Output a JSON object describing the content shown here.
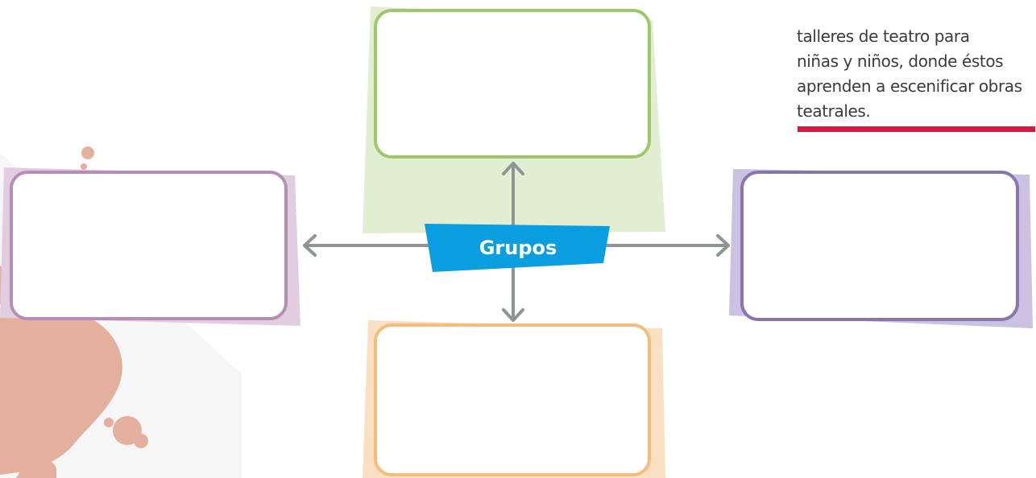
{
  "text_fragment": {
    "lines": [
      "talleres de teatro para",
      "niñas y niños, donde éstos",
      "aprenden a escenificar obras",
      "teatrales."
    ]
  },
  "diagram": {
    "central_label": "Grupos",
    "central_color": "#0a9ee0",
    "arrow_color": "#8f9592",
    "accent_rule_color": "#d5183d",
    "boxes": [
      {
        "name": "top-box",
        "text": "",
        "border_color": "#9dc86a",
        "shadow_color": "#e2eed2"
      },
      {
        "name": "left-box",
        "text": "",
        "border_color": "#b68cb8",
        "shadow_color": "#e2cde0"
      },
      {
        "name": "right-box",
        "text": "",
        "border_color": "#8775ad",
        "shadow_color": "#cbc2e2"
      },
      {
        "name": "bottom-box",
        "text": "",
        "border_color": "#f3bd7b",
        "shadow_color": "#fae0c2"
      }
    ]
  }
}
